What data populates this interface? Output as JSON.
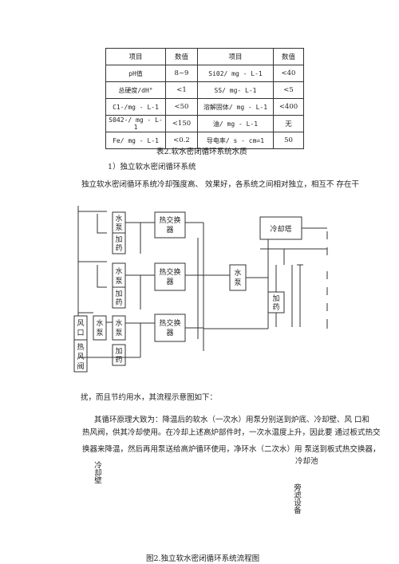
{
  "table": {
    "headers": [
      "项目",
      "数值",
      "项目",
      "数值"
    ],
    "rows": [
      [
        "pH值",
        "8~9",
        "Si02/ mg - L-1",
        "<40"
      ],
      [
        "总硬度/dH°",
        "<1",
        "SS/ mg- L-1",
        "<5"
      ],
      [
        "C1-/mg - L-1",
        "<50",
        "溶解固体/ mg - L-1",
        "<400"
      ],
      [
        "S042-/ mg - L-1",
        "<150",
        "油/ mg - L-1",
        "无"
      ],
      [
        "Fe/ mg - L-1",
        "<0.2",
        "导电率/ s - cm=1",
        "50"
      ]
    ],
    "caption": "表2.软水密闭循环系统水质"
  },
  "section": {
    "heading": "1）独立软水密闭循环系统",
    "intro": "独立软水密闭循环系统冷却强度高、 效果好，各系统之间相对独立，相互不 存在干",
    "continuation": "扰，而且节约用水，其流程示意图如下：",
    "para_line1": "其循环原理大致为：降温后的软水（一次水）用泵分别送到炉底、冷却壁、风 口和",
    "para_line2": "热风阀，供其冷却使用。在冷却上述高炉部件时，一次水温度上升，因此要 通过板式热交",
    "para_line3": "换器来降温，然后再用泵送给高炉循环使用，净环水（二次水）用 泵送到板式热交换器，"
  },
  "diagram": {
    "pump": "水泵",
    "exchanger": "热交换器",
    "dosing": "加药",
    "cooling_tower": "冷却塔",
    "tuyere": "风口",
    "hot_blast_valve": "热风阀",
    "cooling_pool": "冷却池",
    "stave": "冷却壁",
    "side_filter": "旁滤设备",
    "caption": "图2.独立软水密闭循环系统流程图"
  }
}
